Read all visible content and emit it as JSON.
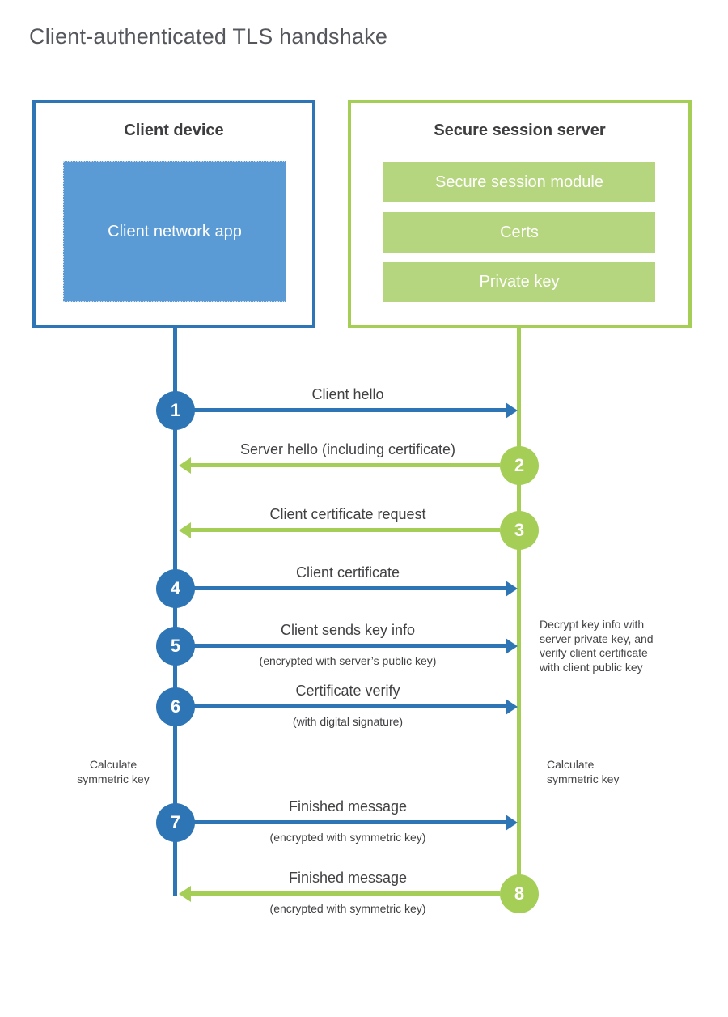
{
  "title": "Client-authenticated TLS handshake",
  "colors": {
    "blue": "#2e75b6",
    "blue_fill": "#5b9bd5",
    "green": "#a5ce56",
    "green_fill": "#b5d67e",
    "text_dark": "#3e3e40",
    "text_gray": "#55575c"
  },
  "client": {
    "title": "Client device",
    "module": "Client network app"
  },
  "server": {
    "title": "Secure session server",
    "modules": [
      "Secure session module",
      "Certs",
      "Private key"
    ]
  },
  "messages": [
    {
      "number": "1",
      "label": "Client hello",
      "sublabel": "",
      "direction": "client-to-server",
      "color": "blue"
    },
    {
      "number": "2",
      "label": "Server hello (including certificate)",
      "sublabel": "",
      "direction": "server-to-client",
      "color": "green"
    },
    {
      "number": "3",
      "label": "Client certificate request",
      "sublabel": "",
      "direction": "server-to-client",
      "color": "green"
    },
    {
      "number": "4",
      "label": "Client certificate",
      "sublabel": "",
      "direction": "client-to-server",
      "color": "blue"
    },
    {
      "number": "5",
      "label": "Client sends key info",
      "sublabel": "(encrypted with server’s public key)",
      "direction": "client-to-server",
      "color": "blue"
    },
    {
      "number": "6",
      "label": "Certificate verify",
      "sublabel": "(with digital signature)",
      "direction": "client-to-server",
      "color": "blue"
    },
    {
      "number": "7",
      "label": "Finished message",
      "sublabel": "(encrypted with symmetric key)",
      "direction": "client-to-server",
      "color": "blue"
    },
    {
      "number": "8",
      "label": "Finished message",
      "sublabel": "(encrypted with symmetric key)",
      "direction": "server-to-client",
      "color": "green"
    }
  ],
  "notes": {
    "decrypt": "Decrypt key info with\nserver private key, and\nverify client certificate\nwith client public key",
    "calculate_left": "Calculate\nsymmetric key",
    "calculate_right": "Calculate\nsymmetric key"
  }
}
